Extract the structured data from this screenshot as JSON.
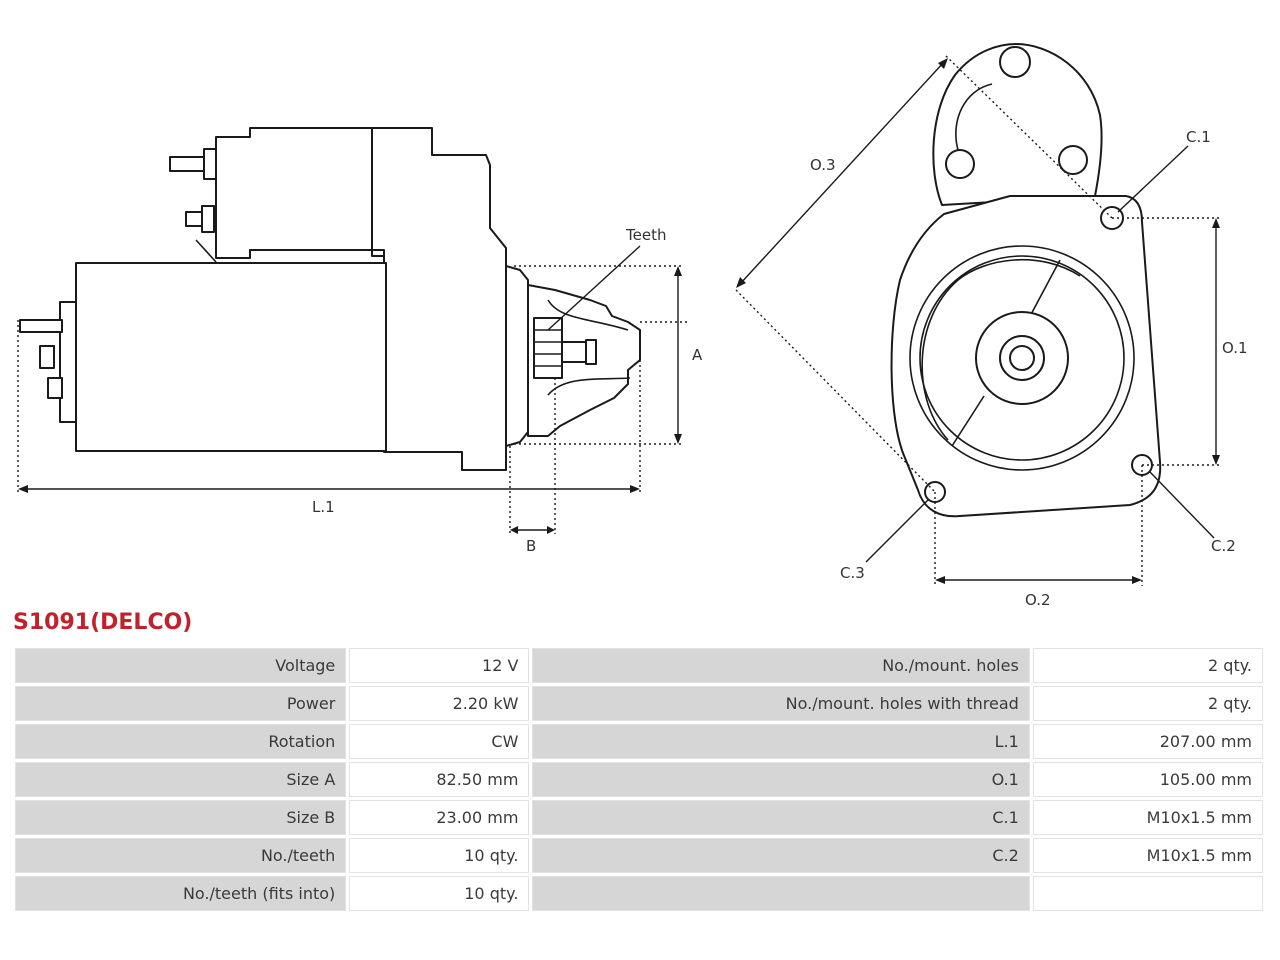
{
  "drawing": {
    "labels": {
      "teeth": "Teeth",
      "a": "A",
      "b": "B",
      "l1": "L.1",
      "o1": "O.1",
      "o2": "O.2",
      "o3": "O.3",
      "c1": "C.1",
      "c2": "C.2",
      "c3": "C.3"
    }
  },
  "title": "S1091(DELCO)",
  "specs": [
    {
      "k1": "Voltage",
      "v1": "12 V",
      "k2": "No./mount. holes",
      "v2": "2 qty."
    },
    {
      "k1": "Power",
      "v1": "2.20 kW",
      "k2": "No./mount. holes with thread",
      "v2": "2 qty."
    },
    {
      "k1": "Rotation",
      "v1": "CW",
      "k2": "L.1",
      "v2": "207.00 mm"
    },
    {
      "k1": "Size A",
      "v1": "82.50 mm",
      "k2": "O.1",
      "v2": "105.00 mm"
    },
    {
      "k1": "Size B",
      "v1": "23.00 mm",
      "k2": "C.1",
      "v2": "M10x1.5 mm"
    },
    {
      "k1": "No./teeth",
      "v1": "10 qty.",
      "k2": "C.2",
      "v2": "M10x1.5 mm"
    },
    {
      "k1": "No./teeth (fits into)",
      "v1": "10 qty.",
      "k2": "",
      "v2": ""
    }
  ]
}
